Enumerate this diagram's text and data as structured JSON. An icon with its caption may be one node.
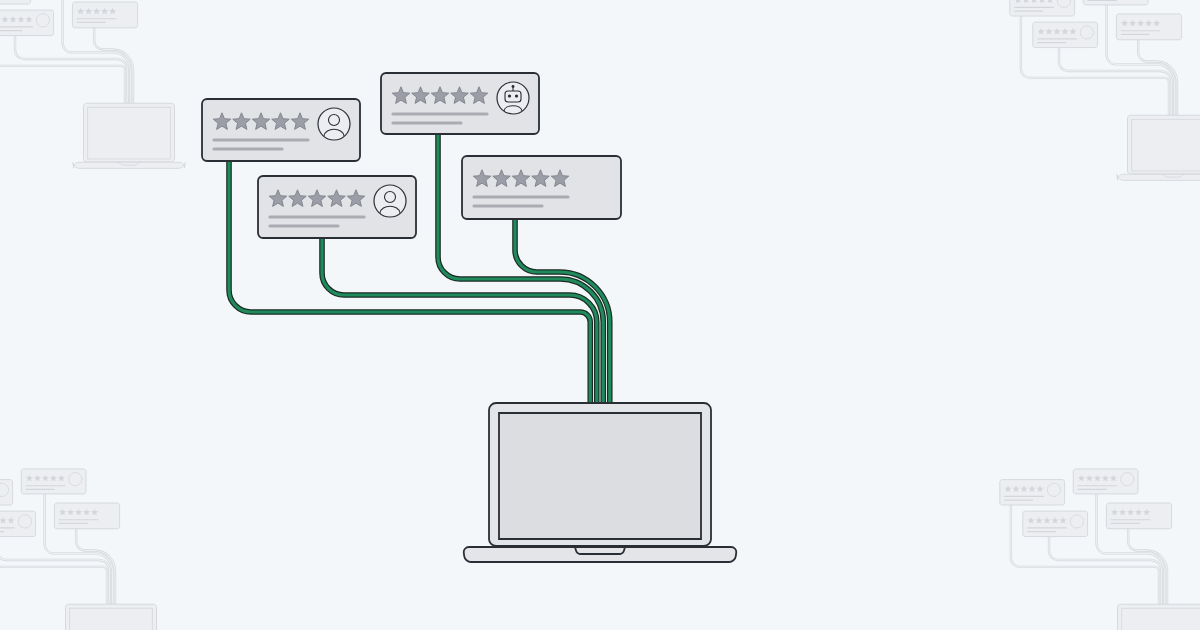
{
  "diagram": {
    "nodes": [
      {
        "text": [],
        "shape": "box"
      },
      {
        "text": [],
        "shape": "box"
      },
      {
        "text": [],
        "shape": "box"
      },
      {
        "text": [],
        "shape": "box"
      },
      {
        "text": [],
        "shape": "picture"
      }
    ],
    "edges": [
      {
        "from": 0,
        "to": 4,
        "arrow": "none"
      },
      {
        "from": 1,
        "to": 4,
        "arrow": "none"
      },
      {
        "from": 2,
        "to": 4,
        "arrow": "none"
      },
      {
        "from": 3,
        "to": 4,
        "arrow": "none"
      }
    ]
  }
}
